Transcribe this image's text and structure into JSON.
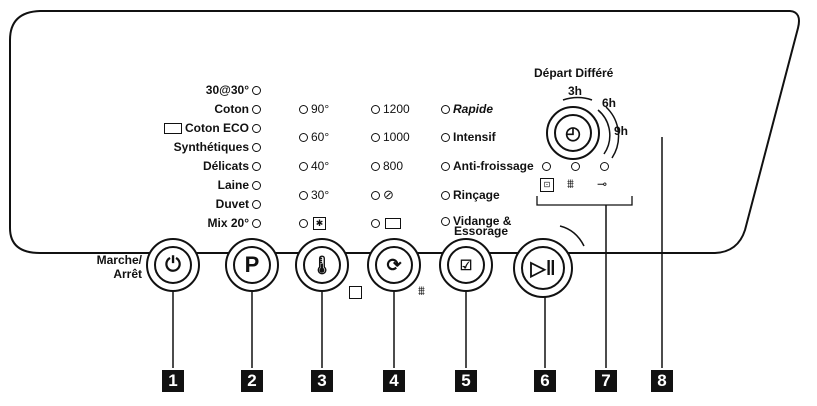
{
  "programs": [
    "30@30°",
    "Coton",
    "Coton ECO",
    "Synthétiques",
    "Délicats",
    "Laine",
    "Duvet",
    "Mix 20°"
  ],
  "temperatures": [
    "90°",
    "60°",
    "40°",
    "30°"
  ],
  "spins": [
    "1200",
    "1000",
    "800"
  ],
  "options": [
    "Rapide",
    "Intensif",
    "Anti-froissage",
    "Rinçage",
    "Vidange &",
    "Essorage"
  ],
  "power_label": [
    "Marche/",
    "Arrêt"
  ],
  "program_button": "P",
  "delay": {
    "title": "Départ Différé",
    "h3": "3h",
    "h6": "6h",
    "h9": "9h"
  },
  "numbers": [
    "1",
    "2",
    "3",
    "4",
    "5",
    "6",
    "7",
    "8"
  ]
}
